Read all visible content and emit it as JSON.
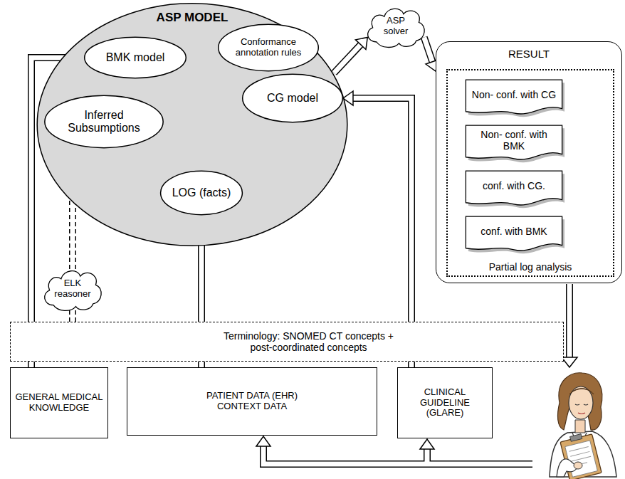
{
  "diagram": {
    "nodes": [
      {
        "text": [
          "ASP MODEL"
        ]
      },
      {
        "text": [
          "BMK model"
        ],
        "in": 0
      },
      {
        "text": [
          "Conformance annotation rules"
        ],
        "in": 0
      },
      {
        "text": [
          "Inferred Subsumptions"
        ],
        "in": 0
      },
      {
        "text": [
          "CG model"
        ],
        "in": 0
      },
      {
        "text": [
          "LOG (facts)"
        ],
        "in": 0
      },
      {
        "text": [
          "ASP solver"
        ]
      },
      {
        "text": [
          "RESULT"
        ]
      },
      {
        "text": [
          "Partial log analysis"
        ],
        "in": 7
      },
      {
        "text": [
          "Non- conf. with CG"
        ],
        "in": 8
      },
      {
        "text": [
          "Non- conf. with BMK"
        ],
        "in": 8
      },
      {
        "text": [
          "conf. with CG."
        ],
        "in": 8
      },
      {
        "text": [
          "conf. with BMK"
        ],
        "in": 8
      },
      {
        "text": [
          "ELK reasoner"
        ]
      },
      {
        "text": [
          "Terminology: SNOMED CT concepts + post-coordinated concepts"
        ]
      },
      {
        "text": [
          "GENERAL MEDICAL KNOWLEDGE"
        ]
      },
      {
        "text": [
          "PATIENT DATA (EHR) CONTEXT DATA"
        ]
      },
      {
        "text": [
          "CLINICAL GUIDELINE (GLARE)"
        ]
      }
    ],
    "edges": [
      {
        "from": 0,
        "to": 6,
        "arrow": "to"
      },
      {
        "from": 6,
        "to": 7,
        "arrow": "to"
      },
      {
        "from": 15,
        "to": 1,
        "arrow": "to"
      },
      {
        "from": 16,
        "to": 5,
        "arrow": "to"
      },
      {
        "from": 17,
        "to": 4,
        "arrow": "to"
      },
      {
        "from": 14,
        "to": 13,
        "arrow": "none"
      },
      {
        "from": 13,
        "to": 3,
        "arrow": "to"
      }
    ]
  }
}
